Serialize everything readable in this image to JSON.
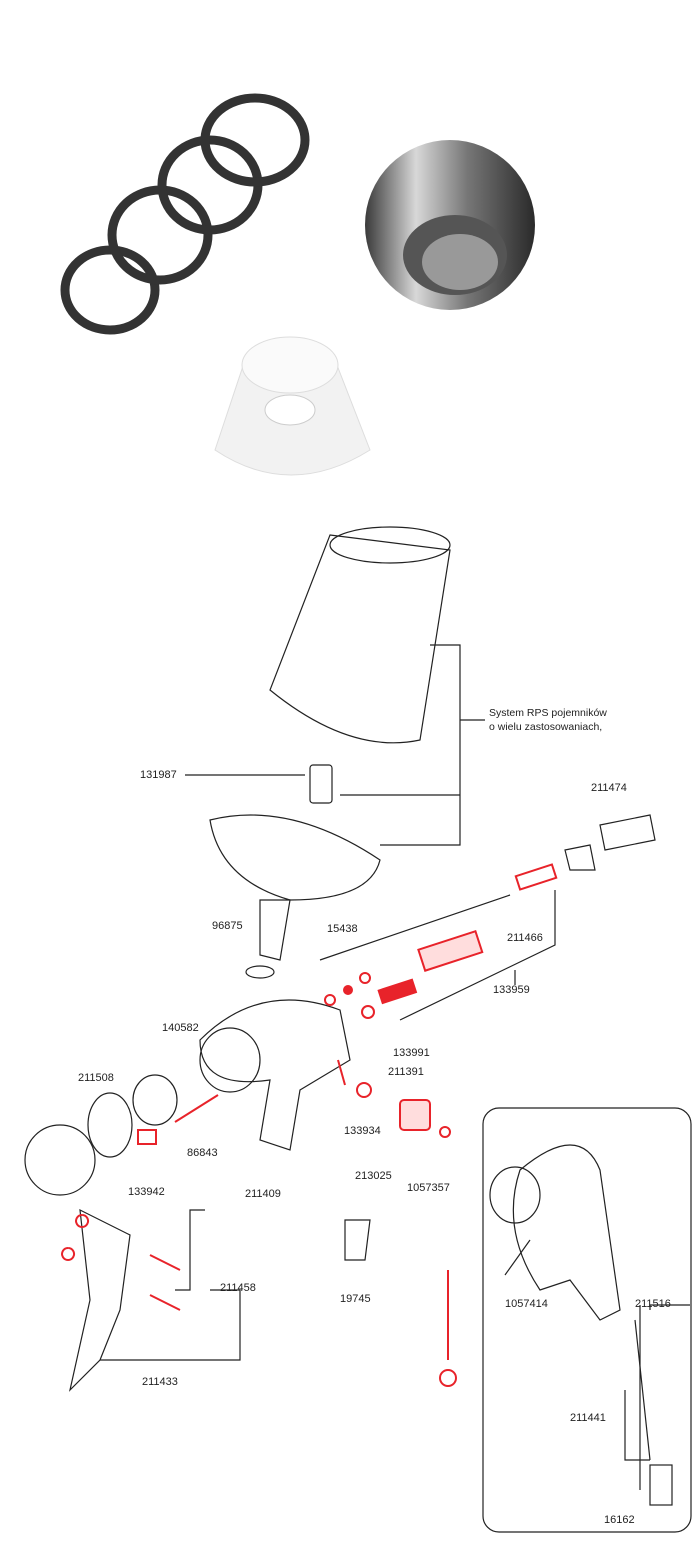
{
  "photos": {
    "items": [
      "spring",
      "metal-bushing",
      "white-plastic-cone"
    ]
  },
  "diagram": {
    "note_line1": "System RPS pojemników",
    "note_line2": "o wielu zastosowaniach,",
    "labels": [
      "131987",
      "211474",
      "96875",
      "15438",
      "211466",
      "133959",
      "140582",
      "133991",
      "211391",
      "211508",
      "133934",
      "86843",
      "213025",
      "1057357",
      "133942",
      "211409",
      "211458",
      "19745",
      "211433",
      "1057414",
      "211516",
      "211441",
      "16162"
    ]
  },
  "colors": {
    "accent": "#e8232a",
    "line": "#222222"
  }
}
